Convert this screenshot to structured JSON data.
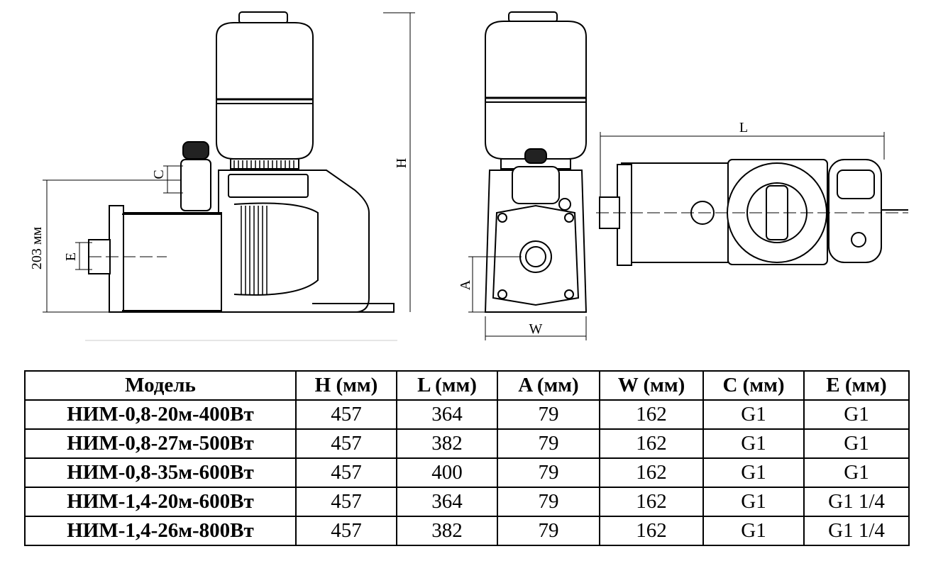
{
  "drawing": {
    "labels": {
      "height_mm": "203 мм",
      "h": "H",
      "c": "C",
      "e": "E",
      "a": "A",
      "w": "W",
      "l": "L"
    }
  },
  "table": {
    "headers": [
      "Модель",
      "H (мм)",
      "L (мм)",
      "A (мм)",
      "W (мм)",
      "C (мм)",
      "E (мм)"
    ],
    "rows": [
      [
        "НИМ-0,8-20м-400Вт",
        "457",
        "364",
        "79",
        "162",
        "G1",
        "G1"
      ],
      [
        "НИМ-0,8-27м-500Вт",
        "457",
        "382",
        "79",
        "162",
        "G1",
        "G1"
      ],
      [
        "НИМ-0,8-35м-600Вт",
        "457",
        "400",
        "79",
        "162",
        "G1",
        "G1"
      ],
      [
        "НИМ-1,4-20м-600Вт",
        "457",
        "364",
        "79",
        "162",
        "G1",
        "G1 1/4"
      ],
      [
        "НИМ-1,4-26м-800Вт",
        "457",
        "382",
        "79",
        "162",
        "G1",
        "G1 1/4"
      ]
    ]
  }
}
